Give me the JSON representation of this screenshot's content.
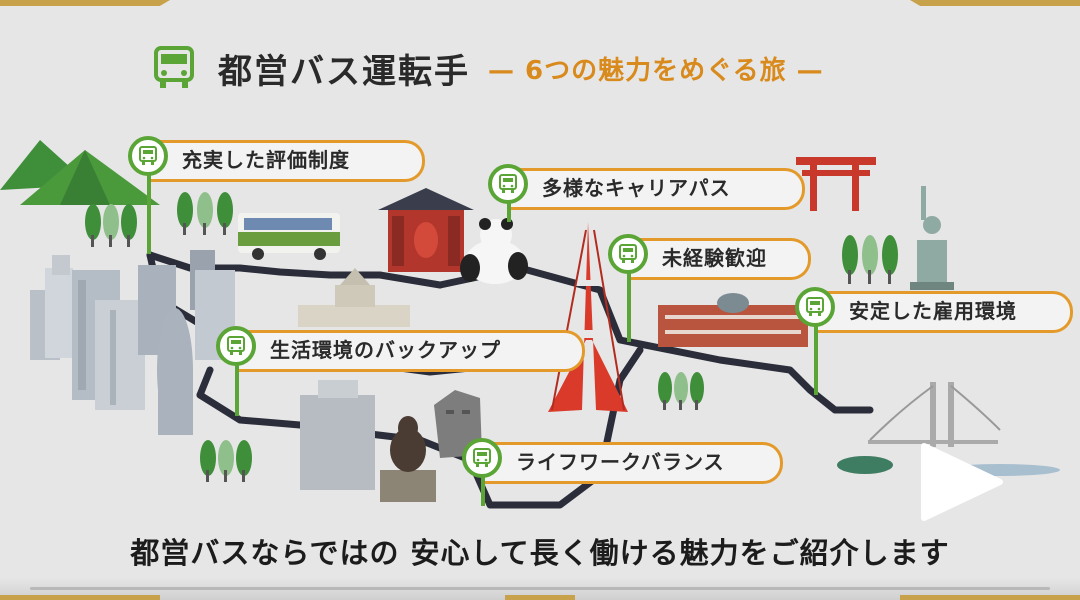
{
  "title": {
    "main": "都営バス運転手",
    "sub": "— 6つの魅力をめぐる旅 —"
  },
  "features": [
    {
      "label": "充実した評価制度"
    },
    {
      "label": "多様なキャリアパス"
    },
    {
      "label": "未経験歓迎"
    },
    {
      "label": "安定した雇用環境"
    },
    {
      "label": "生活環境のバックアップ"
    },
    {
      "label": "ライフワークバランス"
    }
  ],
  "caption": "都営バスならではの 安心して長く働ける魅力をご紹介します",
  "colors": {
    "accent_green": "#5aa536",
    "accent_orange": "#e49a2a",
    "road": "#2b2d3a",
    "gold": "#c8a24a",
    "background": "#e6e6e6"
  },
  "icons": {
    "title": "bus-icon",
    "tag": "bus-icon",
    "video": "play-icon"
  }
}
